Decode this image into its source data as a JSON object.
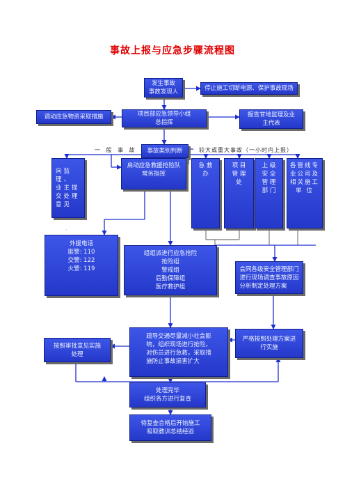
{
  "title": "事故上报与应急步骤流程图",
  "nodes": {
    "discover": "发生事故\n事故发现人",
    "stop_power": "停止施工切断电源、保护事故现场",
    "mobilize": "调动应急物资采取措施",
    "leader": "项目部应急领导小组\n总指挥",
    "report": "报告甘地监理及业\n主代表",
    "judge": "事故类别判断",
    "ask_owner": "向监理、\n业主提\n交处理\n意见",
    "rescue_team": "启动应急救援抢险队\n常务指挥",
    "emergency_office": "急 救\n办",
    "project_mgmt": "项 目\n管 理\n处",
    "upper_safety": "上 级\n安 全\n管 理\n部 门",
    "pipeline_units": "各管线专\n业公司及\n相关施工\n单 位",
    "phone": "外援电话\n匪警: 110\n交警: 122\n火警: 119",
    "rescue_groups": "组组派进行应急抢险\n抢险组\n警戒组\n后勤保障组\n医疗救护组",
    "joint_investigation": "会同各级安全管理部门\n进行现场调查事故原因\n分析制定处理方案",
    "execute_by_opinion": "按照审批意见实施\n处理",
    "guide_traffic": "疏导交通尽量减小社会影\n响，组织现场进行抢险，\n对伤员进行急救，采取措\n施防止事故损害扩大",
    "strict_execute": "严格按照处理方案进\n行实施",
    "finish": "处理完毕\n组织各方进行复查",
    "resume": "待复查合格后开始施工\n吸取教训总结经验"
  },
  "labels": {
    "general": "一 般 事 故",
    "major": "较大或重大事故（一小时内上报）"
  },
  "colors": {
    "title": "#e00000",
    "box_fill": "#2f46d8",
    "arrow": "#1e2fd0",
    "connector": "#555555"
  }
}
